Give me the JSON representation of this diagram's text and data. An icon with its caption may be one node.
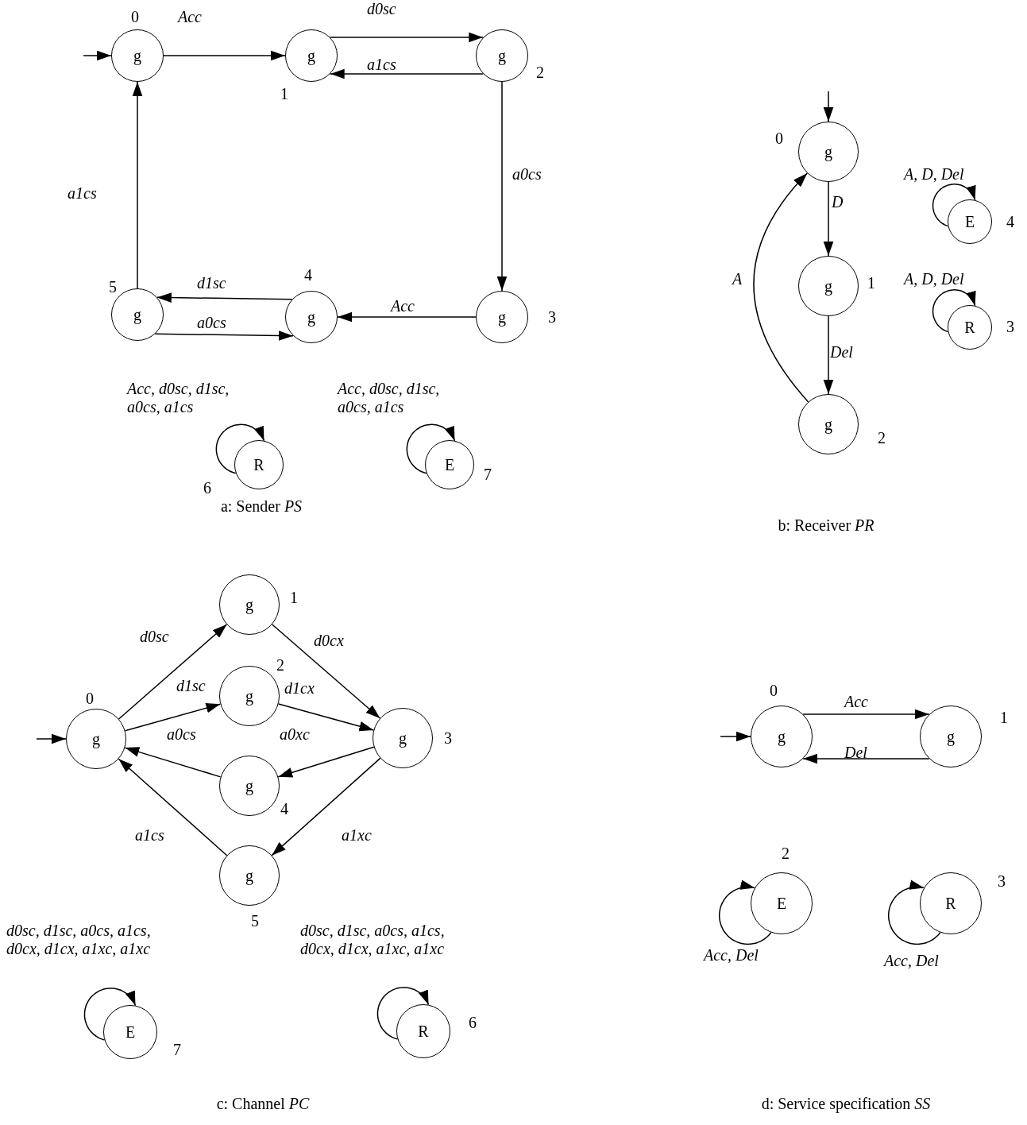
{
  "diagram": {
    "nodes": [
      {
        "text": [
          "g"
        ],
        "beside": [
          "0"
        ]
      },
      {
        "text": [
          "g"
        ],
        "beside": [
          "1"
        ]
      },
      {
        "text": [
          "g"
        ],
        "beside": [
          "2"
        ]
      },
      {
        "text": [
          "g"
        ],
        "beside": [
          "3"
        ]
      },
      {
        "text": [
          "g"
        ],
        "beside": [
          "4"
        ]
      },
      {
        "text": [
          "g"
        ],
        "beside": [
          "5"
        ]
      },
      {
        "text": [
          "R"
        ],
        "beside": [
          "6"
        ]
      },
      {
        "text": [
          "E"
        ],
        "beside": [
          "7"
        ]
      },
      {
        "text": [
          "g"
        ],
        "beside": [
          "0"
        ]
      },
      {
        "text": [
          "g"
        ],
        "beside": [
          "1"
        ]
      },
      {
        "text": [
          "g"
        ],
        "beside": [
          "2"
        ]
      },
      {
        "text": [
          "E"
        ],
        "beside": [
          "4"
        ]
      },
      {
        "text": [
          "R"
        ],
        "beside": [
          "3"
        ]
      },
      {
        "text": [
          "g"
        ],
        "beside": [
          "0"
        ]
      },
      {
        "text": [
          "g"
        ],
        "beside": [
          "1"
        ]
      },
      {
        "text": [
          "g"
        ],
        "beside": [
          "2"
        ]
      },
      {
        "text": [
          "g"
        ],
        "beside": [
          "3"
        ]
      },
      {
        "text": [
          "g"
        ],
        "beside": [
          "4"
        ]
      },
      {
        "text": [
          "g"
        ],
        "beside": [
          "5"
        ]
      },
      {
        "text": [
          "E"
        ],
        "beside": [
          "7"
        ]
      },
      {
        "text": [
          "R"
        ],
        "beside": [
          "6"
        ]
      },
      {
        "text": [
          "g"
        ],
        "beside": [
          "0"
        ]
      },
      {
        "text": [
          "g"
        ],
        "beside": [
          "1"
        ]
      },
      {
        "text": [
          "E"
        ],
        "beside": [
          "2"
        ]
      },
      {
        "text": [
          "R"
        ],
        "beside": [
          "3"
        ]
      }
    ],
    "edges": [
      {
        "from": null,
        "to": 0,
        "arrow": "to"
      },
      {
        "from": 0,
        "to": 1,
        "arrow": "to",
        "label": "Acc"
      },
      {
        "from": 1,
        "to": 2,
        "arrow": "to",
        "label": "d0sc"
      },
      {
        "from": 2,
        "to": 1,
        "arrow": "to",
        "label": "a1cs"
      },
      {
        "from": 2,
        "to": 3,
        "arrow": "to",
        "label": "a0cs"
      },
      {
        "from": 3,
        "to": 4,
        "arrow": "to",
        "label": "Acc"
      },
      {
        "from": 4,
        "to": 5,
        "arrow": "to",
        "label": "d1sc"
      },
      {
        "from": 5,
        "to": 4,
        "arrow": "to",
        "label": "a0cs"
      },
      {
        "from": 5,
        "to": 0,
        "arrow": "to",
        "label": "a1cs"
      },
      {
        "from": 6,
        "to": 6,
        "arrow": "to",
        "label": "Acc, d0sc, d1sc, a0cs, a1cs"
      },
      {
        "from": 7,
        "to": 7,
        "arrow": "to",
        "label": "Acc, d0sc, d1sc, a0cs, a1cs"
      },
      {
        "from": null,
        "to": 8,
        "arrow": "to"
      },
      {
        "from": 8,
        "to": 9,
        "arrow": "to",
        "label": "D"
      },
      {
        "from": 9,
        "to": 10,
        "arrow": "to",
        "label": "Del"
      },
      {
        "from": 10,
        "to": 8,
        "arrow": "to",
        "label": "A"
      },
      {
        "from": 11,
        "to": 11,
        "arrow": "to",
        "label": "A, D, Del"
      },
      {
        "from": 12,
        "to": 12,
        "arrow": "to",
        "label": "A, D, Del"
      },
      {
        "from": null,
        "to": 13,
        "arrow": "to"
      },
      {
        "from": 13,
        "to": 14,
        "arrow": "to",
        "label": "d0sc"
      },
      {
        "from": 13,
        "to": 15,
        "arrow": "to",
        "label": "d1sc"
      },
      {
        "from": 14,
        "to": 16,
        "arrow": "to",
        "label": "d0cx"
      },
      {
        "from": 15,
        "to": 16,
        "arrow": "to",
        "label": "d1cx"
      },
      {
        "from": 16,
        "to": 17,
        "arrow": "to",
        "label": "a0xc"
      },
      {
        "from": 17,
        "to": 13,
        "arrow": "to",
        "label": "a0cs"
      },
      {
        "from": 16,
        "to": 18,
        "arrow": "to",
        "label": "a1xc"
      },
      {
        "from": 18,
        "to": 13,
        "arrow": "to",
        "label": "a1cs"
      },
      {
        "from": 19,
        "to": 19,
        "arrow": "to",
        "label": "d0sc, d1sc, a0cs, a1cs, d0cx, d1cx, a1xc, a1xc"
      },
      {
        "from": 20,
        "to": 20,
        "arrow": "to",
        "label": "d0sc, d1sc, a0cs, a1cs, d0cx, d1cx, a1xc, a1xc"
      },
      {
        "from": null,
        "to": 21,
        "arrow": "to"
      },
      {
        "from": 21,
        "to": 22,
        "arrow": "to",
        "label": "Acc"
      },
      {
        "from": 22,
        "to": 21,
        "arrow": "to",
        "label": "Del"
      },
      {
        "from": 23,
        "to": 23,
        "arrow": "to",
        "label": "Acc, Del"
      },
      {
        "from": 24,
        "to": 24,
        "arrow": "to",
        "label": "Acc, Del"
      }
    ],
    "labels": [
      "a: Sender *PS*",
      "b: Receiver *PR*",
      "c: Channel *PC*",
      "d: Service specification *SS*"
    ]
  }
}
